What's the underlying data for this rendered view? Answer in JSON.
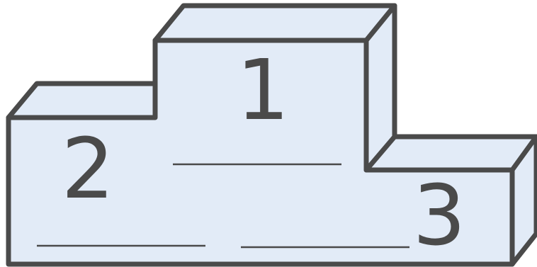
{
  "podium": {
    "first": {
      "rank": "1"
    },
    "second": {
      "rank": "2"
    },
    "third": {
      "rank": "3"
    }
  },
  "colors": {
    "fill": "#e2ebf7",
    "stroke": "#4a4a4a",
    "text": "#4a4a4a"
  }
}
